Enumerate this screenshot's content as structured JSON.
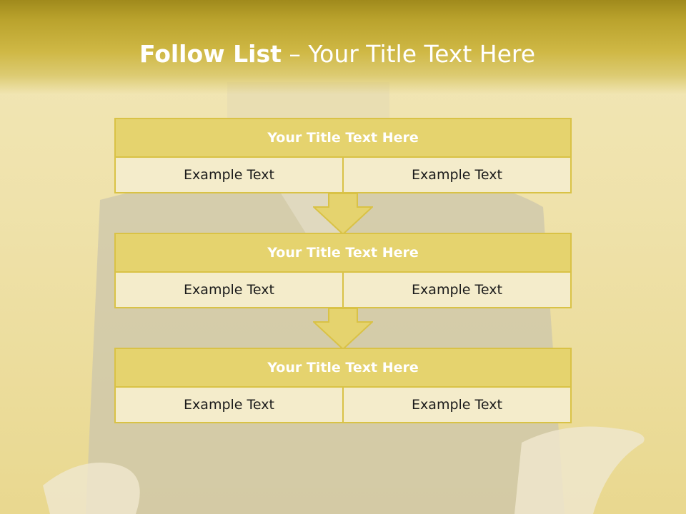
{
  "title": {
    "bold": "Follow List",
    "rest": " – Your Title Text Here"
  },
  "steps": [
    {
      "title": "Your Title Text Here",
      "left": "Example Text",
      "right": "Example Text"
    },
    {
      "title": "Your Title Text Here",
      "left": "Example Text",
      "right": "Example Text"
    },
    {
      "title": "Your Title Text Here",
      "left": "Example Text",
      "right": "Example Text"
    }
  ],
  "colors": {
    "header_band": "#b9a22c",
    "box_header": "#e5d36e",
    "box_border": "#d9c246",
    "box_cell": "#f4eccb"
  }
}
